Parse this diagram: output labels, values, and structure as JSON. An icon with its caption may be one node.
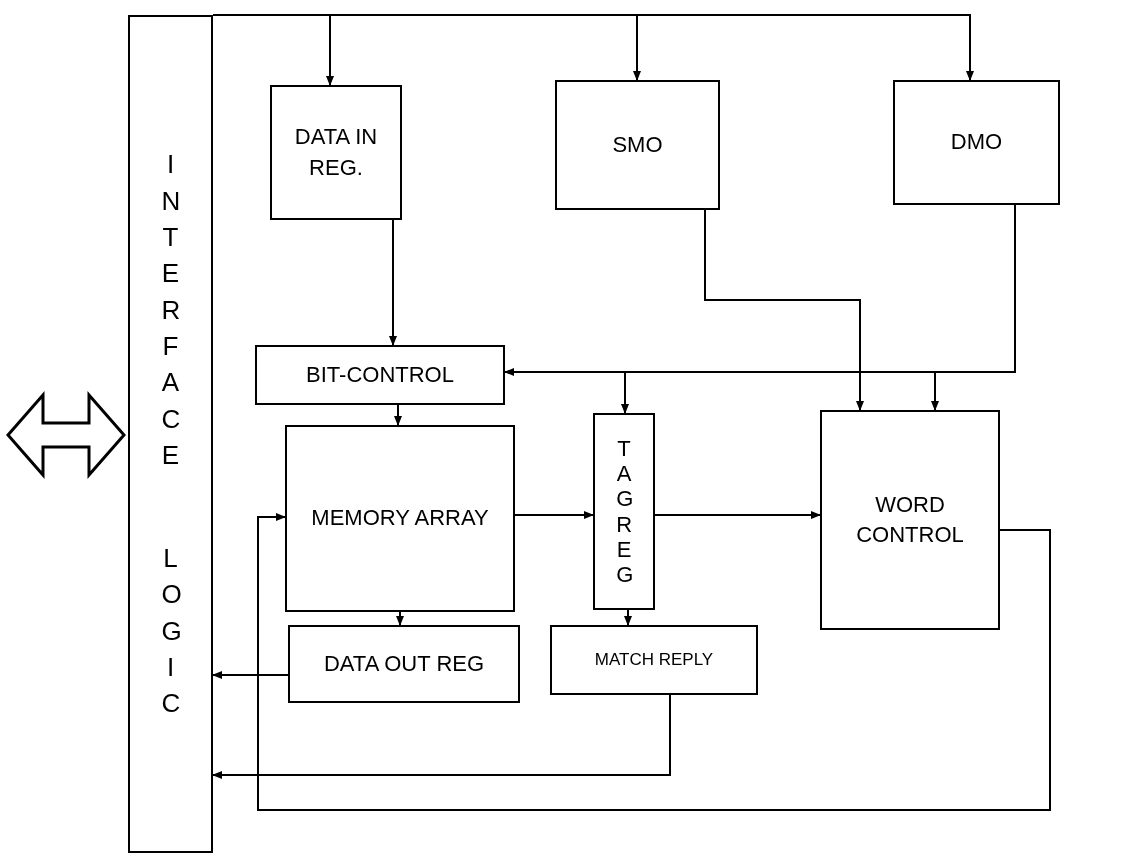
{
  "diagram": {
    "nodes": [
      {
        "text": [
          "INTERFACE",
          "LOGIC"
        ]
      },
      {
        "text": [
          "DATA IN REG."
        ]
      },
      {
        "text": [
          "SMO"
        ]
      },
      {
        "text": [
          "DMO"
        ]
      },
      {
        "text": [
          "BIT-CONTROL"
        ]
      },
      {
        "text": [
          "MEMORY ARRAY"
        ]
      },
      {
        "text": [
          "TAG REG"
        ]
      },
      {
        "text": [
          "WORD CONTROL"
        ]
      },
      {
        "text": [
          "DATA OUT REG"
        ]
      },
      {
        "text": [
          "MATCH REPLY"
        ]
      }
    ],
    "edges": [
      {
        "from": 0,
        "to": 1,
        "arrow": "to"
      },
      {
        "from": 0,
        "to": 2,
        "arrow": "to"
      },
      {
        "from": 0,
        "to": 3,
        "arrow": "to"
      },
      {
        "from": 1,
        "to": 4,
        "arrow": "to"
      },
      {
        "from": 3,
        "to": 4,
        "arrow": "to"
      },
      {
        "from": 3,
        "to": 6,
        "arrow": "to"
      },
      {
        "from": 3,
        "to": 7,
        "arrow": "to"
      },
      {
        "from": 2,
        "to": 7,
        "arrow": "to"
      },
      {
        "from": 4,
        "to": 5,
        "arrow": "to"
      },
      {
        "from": 5,
        "to": 6,
        "arrow": "to"
      },
      {
        "from": 6,
        "to": 7,
        "arrow": "to"
      },
      {
        "from": 5,
        "to": 8,
        "arrow": "to"
      },
      {
        "from": 8,
        "to": 0,
        "arrow": "to"
      },
      {
        "from": 6,
        "to": 9,
        "arrow": "to"
      },
      {
        "from": 9,
        "to": 0,
        "arrow": "to"
      },
      {
        "from": 7,
        "to": 5,
        "arrow": "to"
      },
      {
        "from": null,
        "to": 0,
        "arrow": "both",
        "style": "thick"
      }
    ]
  }
}
